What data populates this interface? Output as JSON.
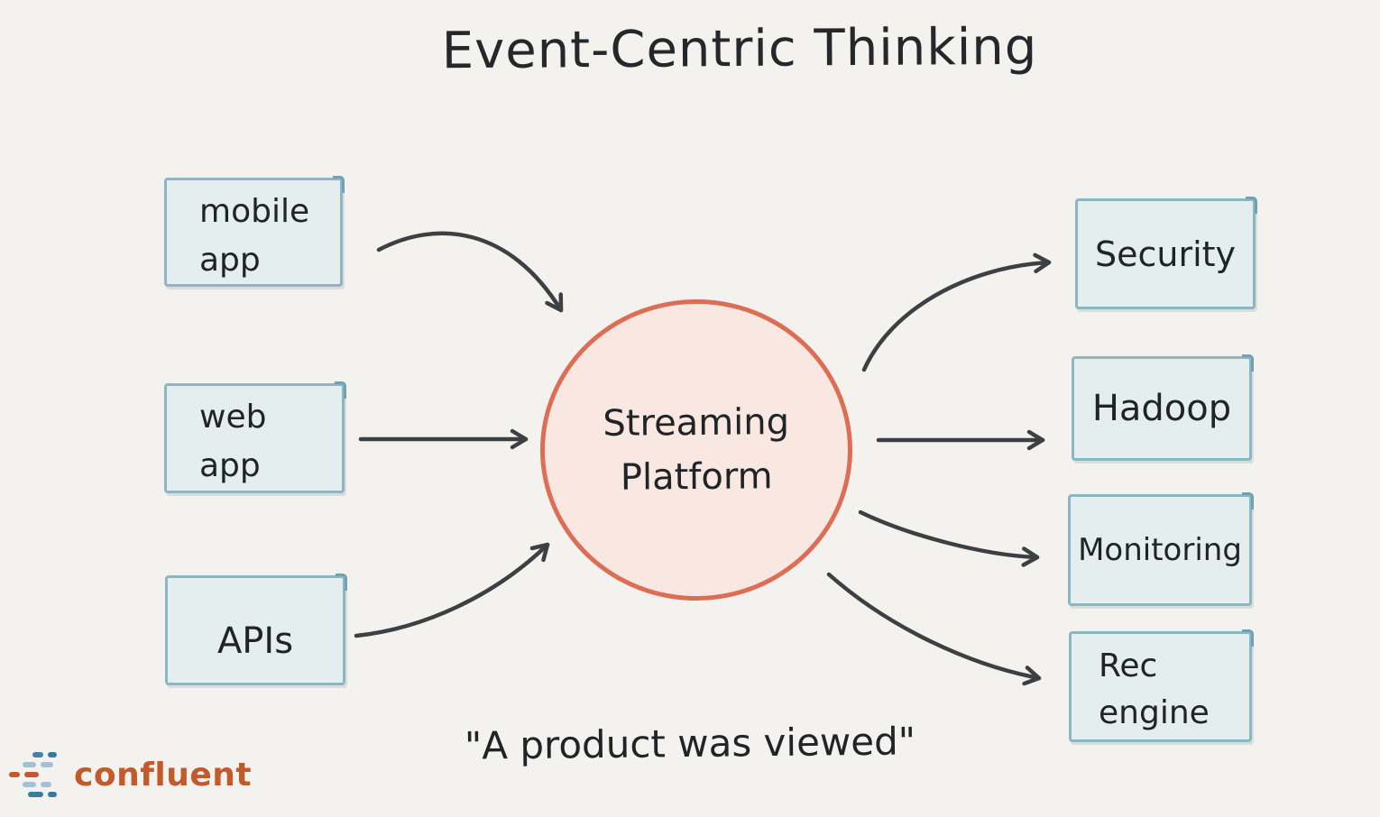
{
  "title": "Event-Centric Thinking",
  "center": {
    "lines": [
      "Streaming",
      "Platform"
    ]
  },
  "sources": [
    {
      "id": "mobile-app",
      "lines": [
        "mobile",
        "app"
      ]
    },
    {
      "id": "web-app",
      "lines": [
        "web",
        "app"
      ]
    },
    {
      "id": "apis",
      "lines": [
        "APIs"
      ]
    }
  ],
  "sinks": [
    {
      "id": "security",
      "lines": [
        "Security"
      ]
    },
    {
      "id": "hadoop",
      "lines": [
        "Hadoop"
      ]
    },
    {
      "id": "monitoring",
      "lines": [
        "Monitoring"
      ]
    },
    {
      "id": "rec-engine",
      "lines": [
        "Rec",
        "engine"
      ]
    }
  ],
  "quote": "\"A product was viewed\"",
  "logo": {
    "text": "confluent"
  },
  "colors": {
    "background": "#f4f2ef",
    "box_fill": "#e5eeee",
    "box_border": "#8cb6c3",
    "circle_fill": "#f9e7e1",
    "circle_border": "#dc6e55",
    "arrow": "#3c4043",
    "text": "#26292b",
    "logo_orange": "#c25a2c",
    "logo_blue_light": "#a6bed6",
    "logo_blue_dark": "#2e7da8"
  }
}
